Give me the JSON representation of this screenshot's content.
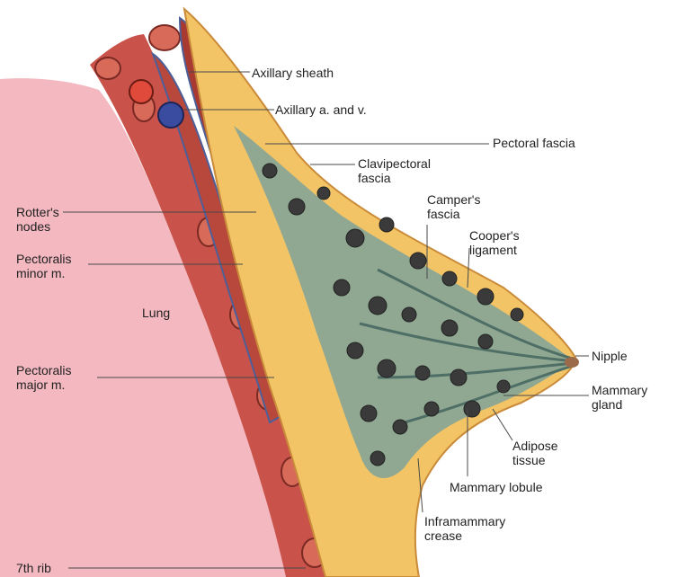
{
  "labels": {
    "axillary_sheath": "Axillary sheath",
    "axillary_vessels": "Axillary a. and v.",
    "pectoral_fascia": "Pectoral fascia",
    "clavipectoral_fascia": [
      "Clavipectoral",
      "fascia"
    ],
    "campers_fascia": [
      "Camper's",
      "fascia"
    ],
    "coopers_ligament": [
      "Cooper's",
      "ligament"
    ],
    "rotters_nodes": [
      "Rotter's",
      "nodes"
    ],
    "pectoralis_minor": [
      "Pectoralis",
      "minor m."
    ],
    "lung": "Lung",
    "pectoralis_major": [
      "Pectoralis",
      "major m."
    ],
    "nipple": "Nipple",
    "mammary_gland": [
      "Mammary",
      "gland"
    ],
    "adipose_tissue": [
      "Adipose",
      "tissue"
    ],
    "mammary_lobule": "Mammary lobule",
    "inframammary_crease": [
      "Inframammary",
      "crease"
    ],
    "seventh_rib": "7th rib"
  },
  "colors": {
    "lung": "#f3b8c0",
    "muscle": "#b8473c",
    "muscle_dark": "#8e2d28",
    "fat": "#f2c466",
    "fascia": "#7a8fb8",
    "gland": "#7fa39a",
    "lobule": "#3b3a3a",
    "skin": "#e8b070"
  }
}
